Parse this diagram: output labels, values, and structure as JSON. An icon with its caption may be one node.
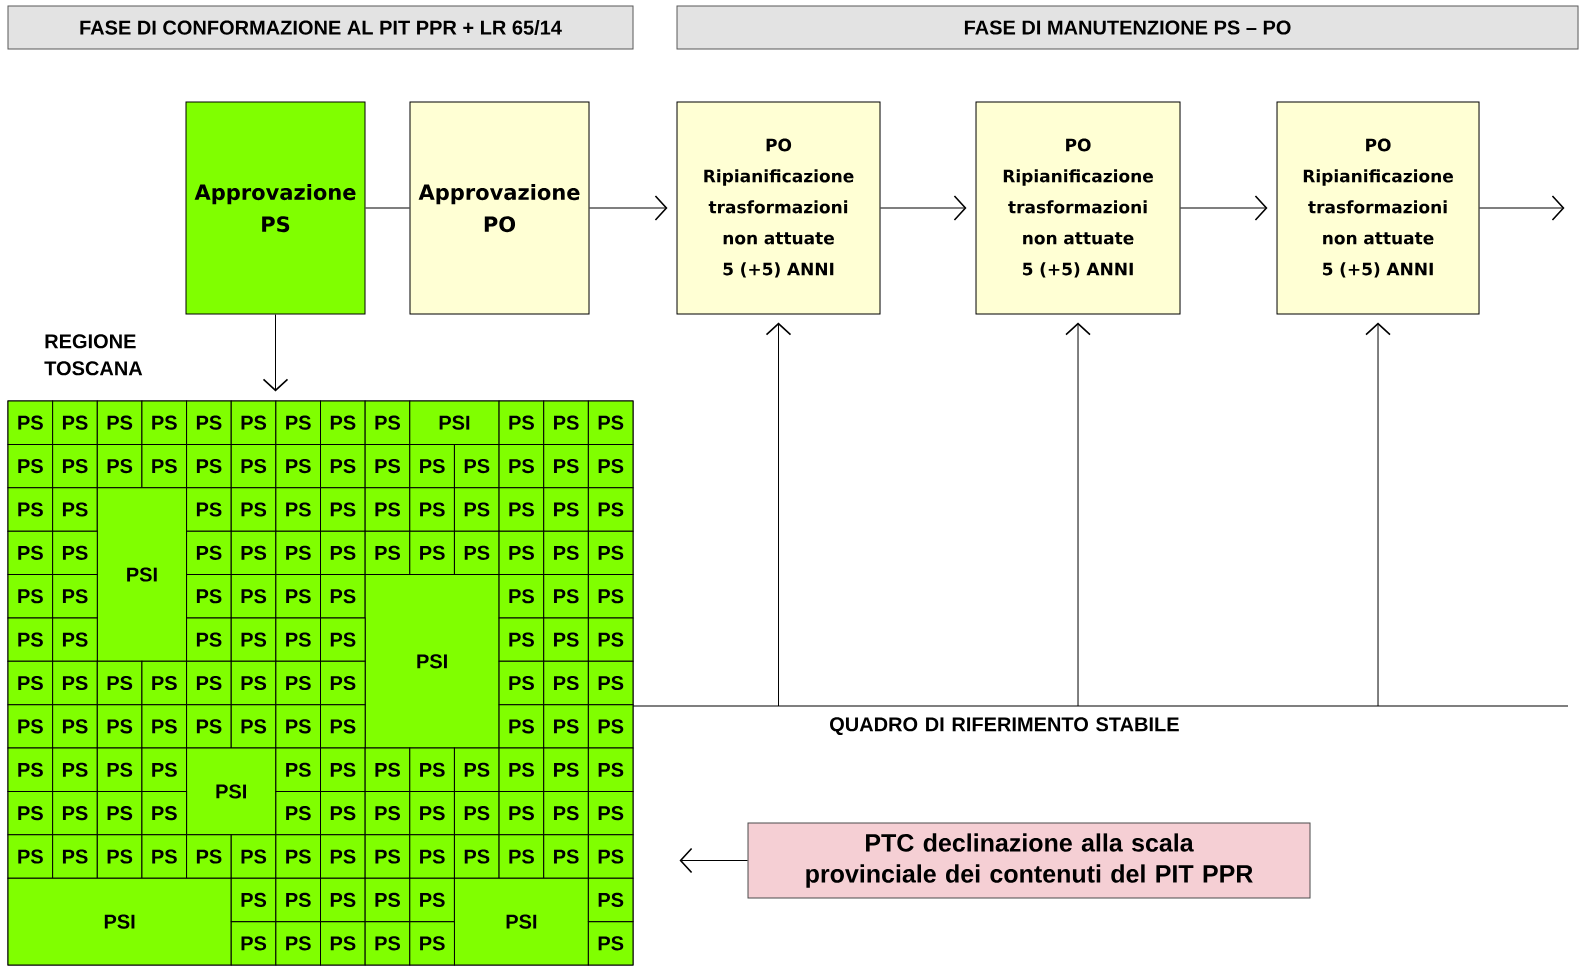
{
  "diagram": {
    "nodes": [
      {
        "text": [
          "FASE DI CONFORMAZIONE AL PIT PPR + LR 65/14"
        ]
      },
      {
        "text": [
          "FASE DI MANUTENZIONE PS – PO"
        ]
      },
      {
        "text": [
          "Approvazione PS"
        ]
      },
      {
        "text": [
          "Approvazione PO"
        ]
      },
      {
        "text": [
          "PO",
          "Ripianificazione trasformazioni non attuate",
          "5 (+5) ANNI"
        ]
      },
      {
        "text": [
          "PO",
          "Ripianificazione trasformazioni non attuate",
          "5 (+5) ANNI"
        ]
      },
      {
        "text": [
          "PO",
          "Ripianificazione trasformazioni non attuate",
          "5 (+5) ANNI"
        ]
      },
      {
        "text": [
          "REGIONE TOSCANA"
        ]
      },
      {
        "text": [
          "PS"
        ],
        "in": 7
      },
      {
        "text": [
          "PS"
        ],
        "in": 7
      },
      {
        "text": [
          "PS"
        ],
        "in": 7
      },
      {
        "text": [
          "PS"
        ],
        "in": 7
      },
      {
        "text": [
          "PS"
        ],
        "in": 7
      },
      {
        "text": [
          "PS"
        ],
        "in": 7
      },
      {
        "text": [
          "PS"
        ],
        "in": 7
      },
      {
        "text": [
          "PS"
        ],
        "in": 7
      },
      {
        "text": [
          "PS"
        ],
        "in": 7
      },
      {
        "text": [
          "PSI"
        ],
        "in": 7
      },
      {
        "text": [
          "PS"
        ],
        "in": 7
      },
      {
        "text": [
          "PS"
        ],
        "in": 7
      },
      {
        "text": [
          "PS"
        ],
        "in": 7
      },
      {
        "text": [
          "PS"
        ],
        "in": 7
      },
      {
        "text": [
          "PS"
        ],
        "in": 7
      },
      {
        "text": [
          "PS"
        ],
        "in": 7
      },
      {
        "text": [
          "PS"
        ],
        "in": 7
      },
      {
        "text": [
          "PS"
        ],
        "in": 7
      },
      {
        "text": [
          "PS"
        ],
        "in": 7
      },
      {
        "text": [
          "PS"
        ],
        "in": 7
      },
      {
        "text": [
          "PS"
        ],
        "in": 7
      },
      {
        "text": [
          "PS"
        ],
        "in": 7
      },
      {
        "text": [
          "PS"
        ],
        "in": 7
      },
      {
        "text": [
          "PS"
        ],
        "in": 7
      },
      {
        "text": [
          "PS"
        ],
        "in": 7
      },
      {
        "text": [
          "PS"
        ],
        "in": 7
      },
      {
        "text": [
          "PS"
        ],
        "in": 7
      },
      {
        "text": [
          "PS"
        ],
        "in": 7
      },
      {
        "text": [
          "PS"
        ],
        "in": 7
      },
      {
        "text": [
          "PSI"
        ],
        "in": 7
      },
      {
        "text": [
          "PS"
        ],
        "in": 7
      },
      {
        "text": [
          "PS"
        ],
        "in": 7
      },
      {
        "text": [
          "PS"
        ],
        "in": 7
      },
      {
        "text": [
          "PS"
        ],
        "in": 7
      },
      {
        "text": [
          "PS"
        ],
        "in": 7
      },
      {
        "text": [
          "PS"
        ],
        "in": 7
      },
      {
        "text": [
          "PS"
        ],
        "in": 7
      },
      {
        "text": [
          "PS"
        ],
        "in": 7
      },
      {
        "text": [
          "PS"
        ],
        "in": 7
      },
      {
        "text": [
          "PS"
        ],
        "in": 7
      },
      {
        "text": [
          "PS"
        ],
        "in": 7
      },
      {
        "text": [
          "PS"
        ],
        "in": 7
      },
      {
        "text": [
          "PS"
        ],
        "in": 7
      },
      {
        "text": [
          "PS"
        ],
        "in": 7
      },
      {
        "text": [
          "PS"
        ],
        "in": 7
      },
      {
        "text": [
          "PS"
        ],
        "in": 7
      },
      {
        "text": [
          "PS"
        ],
        "in": 7
      },
      {
        "text": [
          "PS"
        ],
        "in": 7
      },
      {
        "text": [
          "PS"
        ],
        "in": 7
      },
      {
        "text": [
          "PS"
        ],
        "in": 7
      },
      {
        "text": [
          "PS"
        ],
        "in": 7
      },
      {
        "text": [
          "PS"
        ],
        "in": 7
      },
      {
        "text": [
          "PS"
        ],
        "in": 7
      },
      {
        "text": [
          "PS"
        ],
        "in": 7
      },
      {
        "text": [
          "PS"
        ],
        "in": 7
      },
      {
        "text": [
          "PS"
        ],
        "in": 7
      },
      {
        "text": [
          "PS"
        ],
        "in": 7
      },
      {
        "text": [
          "PS"
        ],
        "in": 7
      },
      {
        "text": [
          "PSI"
        ],
        "in": 7
      },
      {
        "text": [
          "PS"
        ],
        "in": 7
      },
      {
        "text": [
          "PS"
        ],
        "in": 7
      },
      {
        "text": [
          "PS"
        ],
        "in": 7
      },
      {
        "text": [
          "PS"
        ],
        "in": 7
      },
      {
        "text": [
          "PS"
        ],
        "in": 7
      },
      {
        "text": [
          "PS"
        ],
        "in": 7
      },
      {
        "text": [
          "PS"
        ],
        "in": 7
      },
      {
        "text": [
          "PS"
        ],
        "in": 7
      },
      {
        "text": [
          "PS"
        ],
        "in": 7
      },
      {
        "text": [
          "PS"
        ],
        "in": 7
      },
      {
        "text": [
          "PS"
        ],
        "in": 7
      },
      {
        "text": [
          "PS"
        ],
        "in": 7
      },
      {
        "text": [
          "PS"
        ],
        "in": 7
      },
      {
        "text": [
          "PS"
        ],
        "in": 7
      },
      {
        "text": [
          "PS"
        ],
        "in": 7
      },
      {
        "text": [
          "PS"
        ],
        "in": 7
      },
      {
        "text": [
          "PS"
        ],
        "in": 7
      },
      {
        "text": [
          "PS"
        ],
        "in": 7
      },
      {
        "text": [
          "PS"
        ],
        "in": 7
      },
      {
        "text": [
          "PS"
        ],
        "in": 7
      },
      {
        "text": [
          "PS"
        ],
        "in": 7
      },
      {
        "text": [
          "PS"
        ],
        "in": 7
      },
      {
        "text": [
          "PS"
        ],
        "in": 7
      },
      {
        "text": [
          "PS"
        ],
        "in": 7
      },
      {
        "text": [
          "PS"
        ],
        "in": 7
      },
      {
        "text": [
          "PS"
        ],
        "in": 7
      },
      {
        "text": [
          "PS"
        ],
        "in": 7
      },
      {
        "text": [
          "PS"
        ],
        "in": 7
      },
      {
        "text": [
          "PS"
        ],
        "in": 7
      },
      {
        "text": [
          "PS"
        ],
        "in": 7
      },
      {
        "text": [
          "PS"
        ],
        "in": 7
      },
      {
        "text": [
          "PS"
        ],
        "in": 7
      },
      {
        "text": [
          "PS"
        ],
        "in": 7
      },
      {
        "text": [
          "PS"
        ],
        "in": 7
      },
      {
        "text": [
          "PS"
        ],
        "in": 7
      },
      {
        "text": [
          "PS"
        ],
        "in": 7
      },
      {
        "text": [
          "PS"
        ],
        "in": 7
      },
      {
        "text": [
          "PS"
        ],
        "in": 7
      },
      {
        "text": [
          "PSI"
        ],
        "in": 7
      },
      {
        "text": [
          "PS"
        ],
        "in": 7
      },
      {
        "text": [
          "PS"
        ],
        "in": 7
      },
      {
        "text": [
          "PS"
        ],
        "in": 7
      },
      {
        "text": [
          "PS"
        ],
        "in": 7
      },
      {
        "text": [
          "PS"
        ],
        "in": 7
      },
      {
        "text": [
          "PS"
        ],
        "in": 7
      },
      {
        "text": [
          "PS"
        ],
        "in": 7
      },
      {
        "text": [
          "PS"
        ],
        "in": 7
      },
      {
        "text": [
          "PS"
        ],
        "in": 7
      },
      {
        "text": [
          "PS"
        ],
        "in": 7
      },
      {
        "text": [
          "PS"
        ],
        "in": 7
      },
      {
        "text": [
          "PS"
        ],
        "in": 7
      },
      {
        "text": [
          "PS"
        ],
        "in": 7
      },
      {
        "text": [
          "PS"
        ],
        "in": 7
      },
      {
        "text": [
          "PS"
        ],
        "in": 7
      },
      {
        "text": [
          "PS"
        ],
        "in": 7
      },
      {
        "text": [
          "PS"
        ],
        "in": 7
      },
      {
        "text": [
          "PS"
        ],
        "in": 7
      },
      {
        "text": [
          "PS"
        ],
        "in": 7
      },
      {
        "text": [
          "PS"
        ],
        "in": 7
      },
      {
        "text": [
          "PS"
        ],
        "in": 7
      },
      {
        "text": [
          "PS"
        ],
        "in": 7
      },
      {
        "text": [
          "PS"
        ],
        "in": 7
      },
      {
        "text": [
          "PS"
        ],
        "in": 7
      },
      {
        "text": [
          "PS"
        ],
        "in": 7
      },
      {
        "text": [
          "PS"
        ],
        "in": 7
      },
      {
        "text": [
          "PS"
        ],
        "in": 7
      },
      {
        "text": [
          "PS"
        ],
        "in": 7
      },
      {
        "text": [
          "PS"
        ],
        "in": 7
      },
      {
        "text": [
          "PS"
        ],
        "in": 7
      },
      {
        "text": [
          "PS"
        ],
        "in": 7
      },
      {
        "text": [
          "PS"
        ],
        "in": 7
      },
      {
        "text": [
          "PS"
        ],
        "in": 7
      },
      {
        "text": [
          "PS"
        ],
        "in": 7
      },
      {
        "text": [
          "PSI"
        ],
        "in": 7
      },
      {
        "text": [
          "PS"
        ],
        "in": 7
      },
      {
        "text": [
          "PS"
        ],
        "in": 7
      },
      {
        "text": [
          "PS"
        ],
        "in": 7
      },
      {
        "text": [
          "PS"
        ],
        "in": 7
      },
      {
        "text": [
          "PS"
        ],
        "in": 7
      },
      {
        "text": [
          "PSI"
        ],
        "in": 7
      },
      {
        "text": [
          "PS"
        ],
        "in": 7
      },
      {
        "text": [
          "PS"
        ],
        "in": 7
      },
      {
        "text": [
          "PS"
        ],
        "in": 7
      },
      {
        "text": [
          "PS"
        ],
        "in": 7
      },
      {
        "text": [
          "PS"
        ],
        "in": 7
      },
      {
        "text": [
          "PS"
        ],
        "in": 7
      },
      {
        "text": [
          "PS"
        ],
        "in": 7
      },
      {
        "text": [
          "QUADRO DI RIFERIMENTO STABILE"
        ]
      },
      {
        "text": [
          "PTC declinazione alla scala provinciale dei contenuti del PIT PPR"
        ]
      }
    ],
    "edges": [
      {
        "from": 2,
        "to": 3,
        "arrow": "none"
      },
      {
        "from": 3,
        "to": 4,
        "arrow": "to"
      },
      {
        "from": 4,
        "to": 5,
        "arrow": "to"
      },
      {
        "from": 5,
        "to": 6,
        "arrow": "to"
      },
      {
        "from": 6,
        "to": null,
        "arrow": "to"
      },
      {
        "from": 2,
        "to": 7,
        "arrow": "to"
      },
      {
        "from": 154,
        "to": 4,
        "arrow": "to"
      },
      {
        "from": 154,
        "to": 5,
        "arrow": "to"
      },
      {
        "from": 154,
        "to": 6,
        "arrow": "to"
      },
      {
        "from": 155,
        "to": 7,
        "arrow": "to"
      }
    ]
  }
}
